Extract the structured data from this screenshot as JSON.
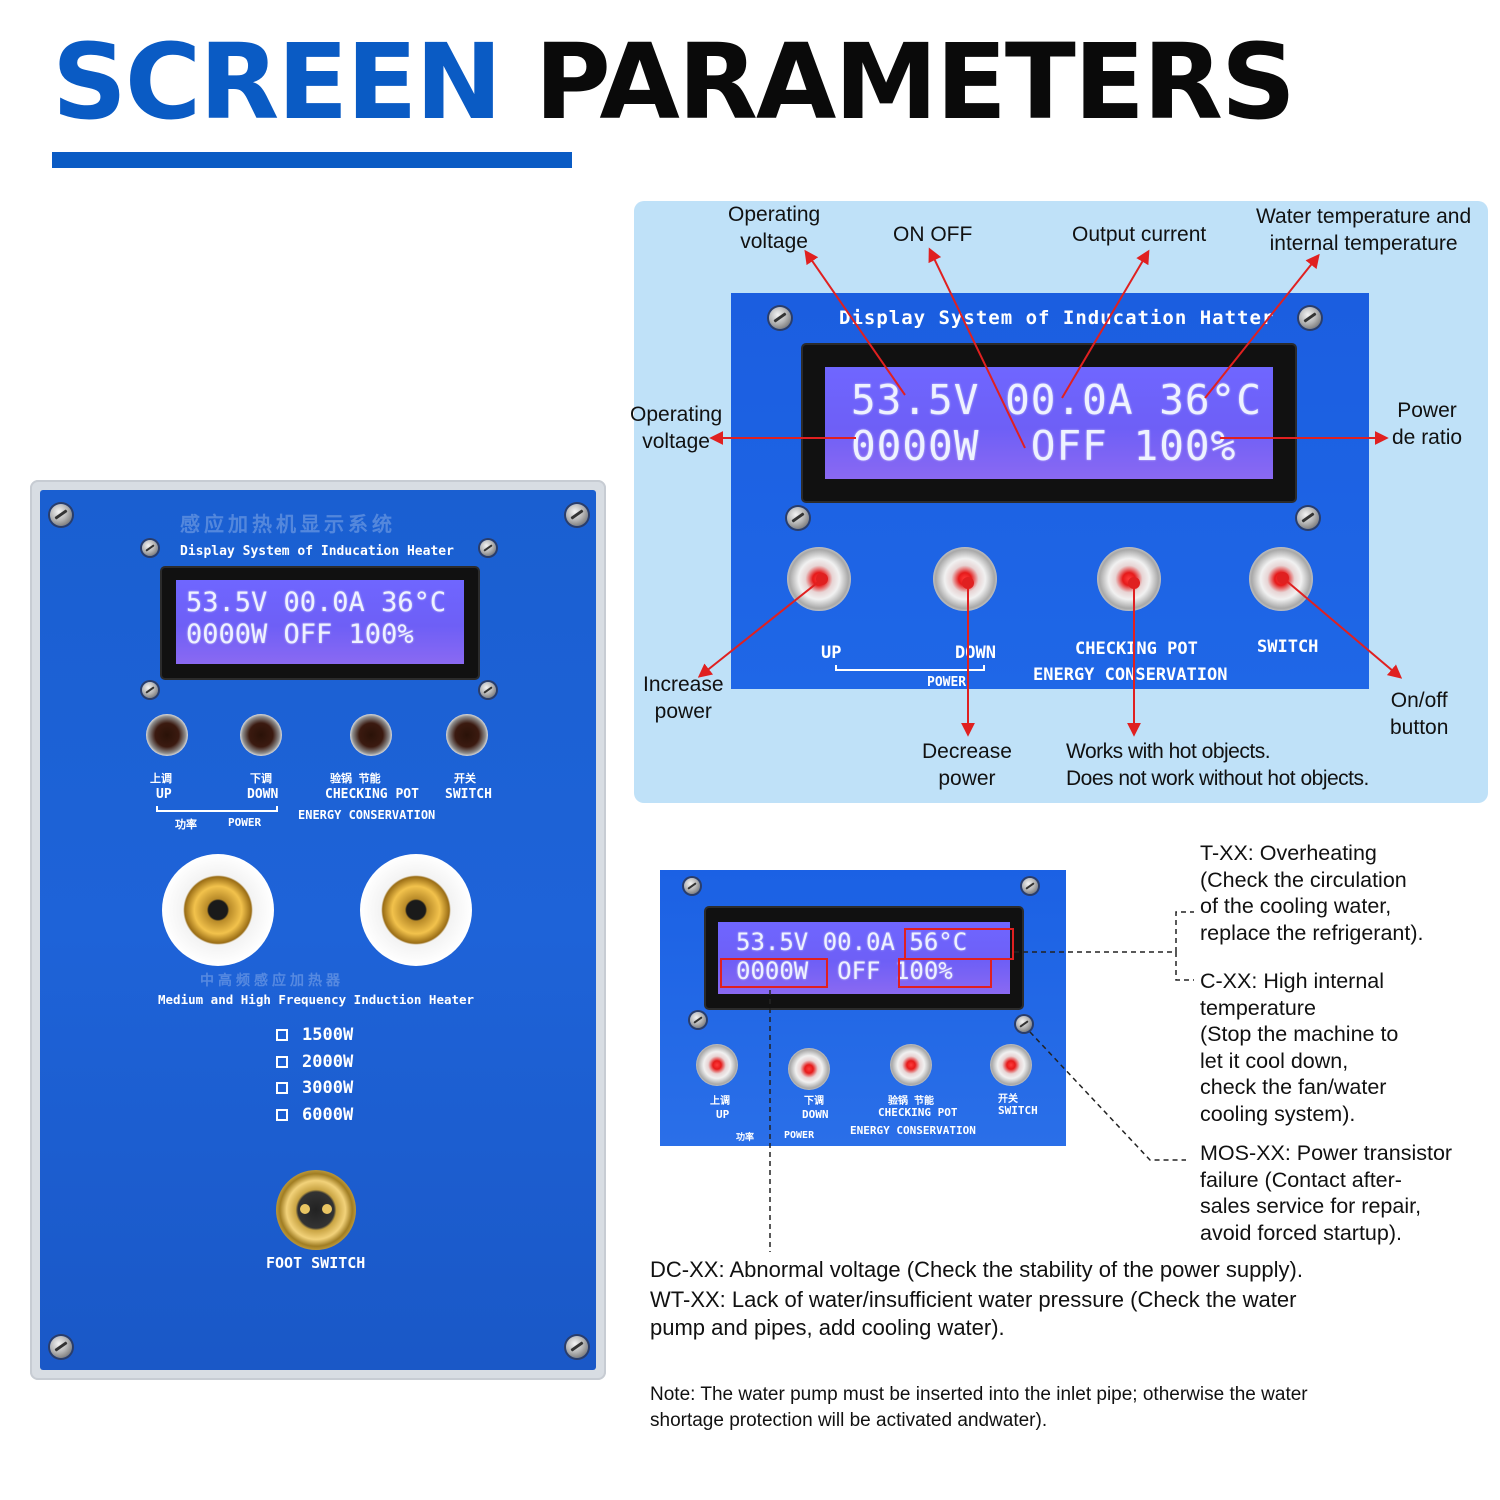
{
  "title": {
    "word1": "SCREEN",
    "word2": "PARAMETERS"
  },
  "colors": {
    "brand_blue": "#0a5bc4",
    "panel_blue": "#1e63d8",
    "lcd_purple": "#6f66ff",
    "arrow_red": "#e02020"
  },
  "device": {
    "chinese_header": "感应加热机显示系统",
    "header": "Display System of Inducation Heater",
    "lcd_line1": "53.5V 00.0A 36°C",
    "lcd_line2": "0000W OFF 100%",
    "buttons": [
      {
        "cn": "上调",
        "label": "UP"
      },
      {
        "cn": "下调",
        "label": "DOWN"
      },
      {
        "cn": "验锅  节能",
        "label": "CHECKING POT"
      },
      {
        "cn": "开关",
        "label": "SWITCH"
      }
    ],
    "group_cn_left": "功率",
    "group_power": "POWER",
    "energy": "ENERGY CONSERVATION",
    "faint_cn": "中高频感应加热器",
    "model": "Medium and High Frequency Induction Heater",
    "options": [
      "1500W",
      "2000W",
      "3000W",
      "6000W"
    ],
    "foot_switch": "FOOT SWITCH"
  },
  "zoom1": {
    "header": "Display System of Inducation Hatter",
    "lcd_line1": "53.5V 00.0A 36°C",
    "lcd_line2": "0000W  OFF 100%",
    "labels": {
      "operating_voltage_top": "Operating\nvoltage",
      "on_off": "ON OFF",
      "output_current": "Output current",
      "water_temp": "Water temperature and\ninternal temperature",
      "operating_voltage_left": "Operating\nvoltage",
      "power_ratio": "Power\nde ratio",
      "increase_power": "Increase\npower",
      "decrease_power": "Decrease\npower",
      "hot_objects": "Works with hot objects.\nDoes not work without hot objects.",
      "on_off_button": "On/off\nbutton"
    },
    "buttons": [
      "UP",
      "DOWN",
      "CHECKING POT",
      "SWITCH"
    ],
    "power": "POWER",
    "energy": "ENERGY CONSERVATION"
  },
  "zoom2": {
    "lcd_line1": "53.5V 00.0A 56°C",
    "lcd_line2": "0000W  OFF 100%",
    "buttons": [
      {
        "cn": "上调",
        "label": "UP"
      },
      {
        "cn": "下调",
        "label": "DOWN"
      },
      {
        "cn": "验锅  节能",
        "label": "CHECKING POT"
      },
      {
        "cn": "开关",
        "label": "SWITCH"
      }
    ],
    "group_cn_left": "功率",
    "power": "POWER",
    "energy": "ENERGY CONSERVATION"
  },
  "errors": {
    "t_xx": "T-XX: Overheating\n(Check the circulation\nof the cooling water,\nreplace the refrigerant).",
    "c_xx": "C-XX: High internal\ntemperature\n(Stop the machine to\nlet it cool down,\ncheck the fan/water\ncooling system).",
    "mos_xx": "MOS-XX: Power transistor\nfailure (Contact after-\nsales service for repair,\navoid forced startup).",
    "dc_xx": "DC-XX: Abnormal voltage (Check the stability of the power supply).",
    "wt_xx": "WT-XX: Lack of water/insufficient water pressure (Check the water\npump and pipes, add cooling water)."
  },
  "note": "Note: The water pump must be inserted into the inlet pipe; otherwise the water\nshortage protection will be activated andwater)."
}
